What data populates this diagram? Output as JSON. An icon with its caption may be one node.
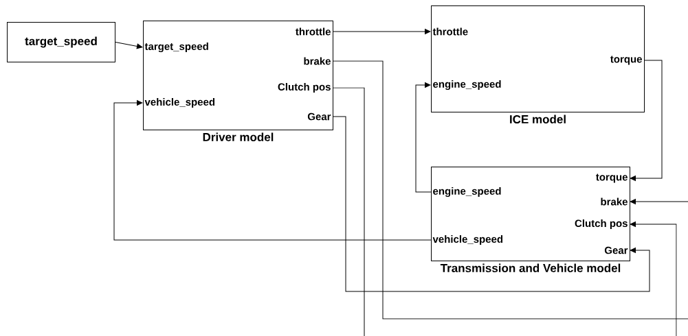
{
  "diagram": {
    "nodes": [
      {
        "text": [
          "target_speed"
        ]
      },
      {
        "text": [
          "Driver model"
        ]
      },
      {
        "text": [
          "target_speed"
        ],
        "in": 1
      },
      {
        "text": [
          "vehicle_speed"
        ],
        "in": 1
      },
      {
        "text": [
          "throttle"
        ],
        "in": 1
      },
      {
        "text": [
          "brake"
        ],
        "in": 1
      },
      {
        "text": [
          "Clutch pos"
        ],
        "in": 1
      },
      {
        "text": [
          "Gear"
        ],
        "in": 1
      },
      {
        "text": [
          "ICE model"
        ]
      },
      {
        "text": [
          "throttle"
        ],
        "in": 8
      },
      {
        "text": [
          "engine_speed"
        ],
        "in": 8
      },
      {
        "text": [
          "torque"
        ],
        "in": 8
      },
      {
        "text": [
          "Transmission and Vehicle model"
        ]
      },
      {
        "text": [
          "engine_speed"
        ],
        "in": 12
      },
      {
        "text": [
          "vehicle_speed"
        ],
        "in": 12
      },
      {
        "text": [
          "torque"
        ],
        "in": 12
      },
      {
        "text": [
          "brake"
        ],
        "in": 12
      },
      {
        "text": [
          "Clutch pos"
        ],
        "in": 12
      },
      {
        "text": [
          "Gear"
        ],
        "in": 12
      }
    ],
    "edges": [
      {
        "from": 0,
        "to": 2,
        "arrow": "to"
      },
      {
        "from": 4,
        "to": 9,
        "arrow": "to"
      },
      {
        "from": 11,
        "to": 15,
        "arrow": "to"
      },
      {
        "from": 13,
        "to": 10,
        "arrow": "to"
      },
      {
        "from": 14,
        "to": 3,
        "arrow": "to"
      },
      {
        "from": 5,
        "to": 16,
        "arrow": "to"
      },
      {
        "from": 6,
        "to": 17,
        "arrow": "to"
      },
      {
        "from": 7,
        "to": 18,
        "arrow": "to"
      }
    ]
  }
}
